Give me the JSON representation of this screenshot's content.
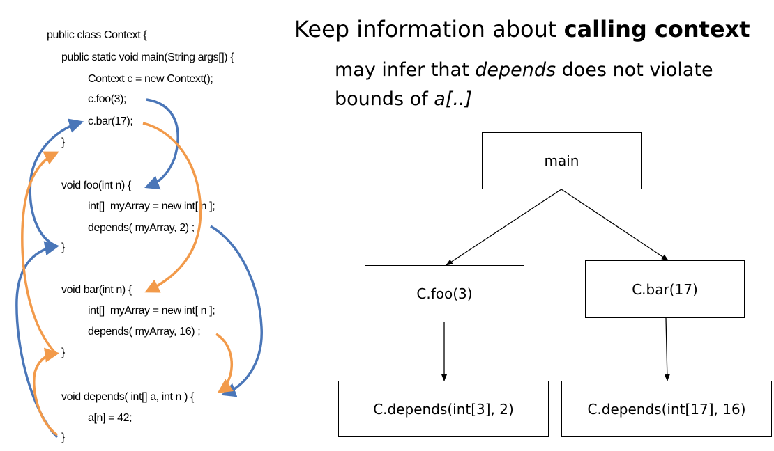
{
  "code": {
    "lines": [
      "public class Context {",
      "public static void main(String args[]) {",
      "Context c = new Context();",
      "c.foo(3);",
      "c.bar(17);",
      "}",
      "void foo(int n) {",
      "int[]  myArray = new int[ n ];",
      "depends( myArray, 2) ;",
      "}",
      "void bar(int n) {",
      "int[]  myArray = new int[ n ];",
      "depends( myArray, 16) ;",
      "}",
      "void depends( int[] a, int n ) {",
      "a[n] = 42;",
      "}"
    ]
  },
  "heading": {
    "prefix": "Keep information about ",
    "bold": "calling context"
  },
  "subheading": {
    "part1": "may infer that ",
    "italic1": "depends",
    "part2": " does not violate bounds of ",
    "italic2": "a[..]"
  },
  "tree": {
    "root": "main",
    "left": "C.foo(3)",
    "right": "C.bar(17)",
    "left_leaf": "C.depends(int[3], 2)",
    "right_leaf": "C.depends(int[17], 16)"
  },
  "colors": {
    "blue_arrow": "#4a76b8",
    "orange_arrow": "#f29a4a"
  }
}
